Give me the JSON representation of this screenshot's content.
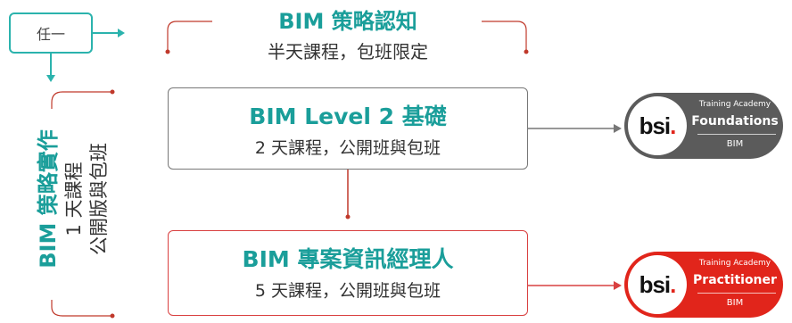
{
  "any_box": {
    "label": "任一"
  },
  "strategy": {
    "title": "BIM 策略認知",
    "subtitle": "半天課程，包班限定"
  },
  "implementation": {
    "title": "BIM 策略實作",
    "line1": "1 天課程",
    "line2": "公開版與包班"
  },
  "level2": {
    "title": "BIM Level 2 基礎",
    "subtitle": "2 天課程，公開班與包班"
  },
  "project_manager": {
    "title": "BIM 專案資訊經理人",
    "subtitle": "5 天課程，公開班與包班"
  },
  "badges": [
    {
      "logo": "bsi",
      "academy": "Training Academy",
      "level": "Foundations",
      "subject": "BIM",
      "color": "#5b5b5b"
    },
    {
      "logo": "bsi",
      "academy": "Training Academy",
      "level": "Practitioner",
      "subject": "BIM",
      "color": "#e1251b"
    }
  ],
  "colors": {
    "teal": "#1a9e9a",
    "red": "#d94040",
    "grey": "#777777",
    "box_border": "#2bb3ad"
  }
}
